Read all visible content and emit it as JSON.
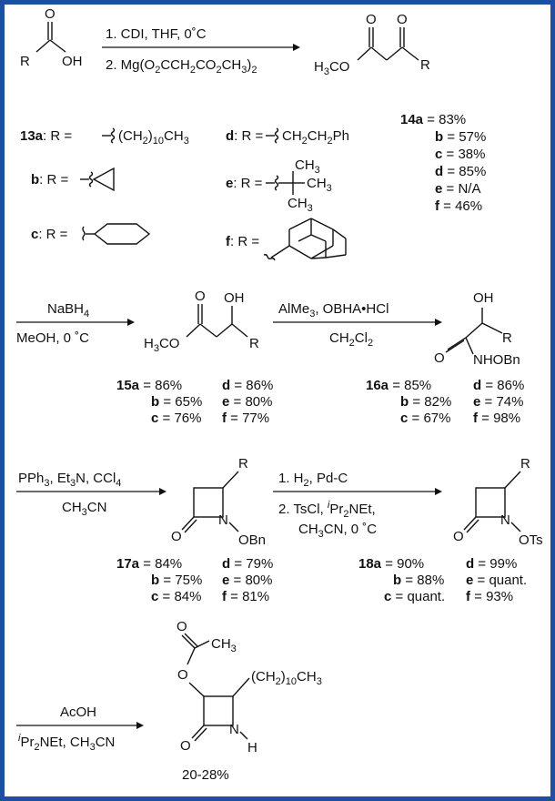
{
  "colors": {
    "border": "#1f4fa3"
  },
  "step1": {
    "cond1": "1. CDI, THF, 0˚C",
    "cond2_pre": "2. Mg(O",
    "cond2_s1": "2",
    "cond2_mid": "CCH",
    "cond2_s2": "2",
    "cond2_mid2": "CO",
    "cond2_s3": "2",
    "cond2_mid3": "CH",
    "cond2_s4": "3",
    "cond2_post": ")",
    "cond2_s5": "2",
    "acid_R": "R",
    "acid_OH": "OH",
    "acid_O": "O",
    "ester_left": "H",
    "ester_left_sub": "3",
    "ester_left_post": "CO",
    "ester_O1": "O",
    "ester_O2": "O",
    "ester_R": "R"
  },
  "r_groups": {
    "a_label": "13a",
    "a_text": ": R = ",
    "a_group": "(CH",
    "a_sub": "2",
    "a_group2": ")",
    "a_sub2": "10",
    "a_group3": "CH",
    "a_sub3": "3",
    "b_label": "b",
    "b_text": ": R = ",
    "c_label": "c",
    "c_text": ": R = ",
    "d_label": "d",
    "d_text": ": R = ",
    "d_group": "CH",
    "d_sub": "2",
    "d_group2": "CH",
    "d_sub2": "2",
    "d_group3": "Ph",
    "e_label": "e",
    "e_text": ": R = ",
    "e_ch3a": "CH",
    "e_ch3a_sub": "3",
    "e_ch3b": "CH",
    "e_ch3b_sub": "3",
    "e_ch3c": "CH",
    "e_ch3c_sub": "3",
    "f_label": "f",
    "f_text": ": R = "
  },
  "yields14": {
    "label": "14a",
    "a": " = 83%",
    "b_label": "b",
    "b": " = 57%",
    "c_label": "c",
    "c": " = 38%",
    "d_label": "d",
    "d": " = 85%",
    "e_label": "e",
    "e": " = N/A",
    "f_label": "f",
    "f": " = 46%"
  },
  "step2": {
    "reagent": "NaBH",
    "reagent_sub": "4",
    "cond": "MeOH, 0 ˚C",
    "prod_left": "H",
    "prod_left_sub": "3",
    "prod_left_post": "CO",
    "prod_O": "O",
    "prod_OH": "OH",
    "prod_R": "R"
  },
  "step3": {
    "reagent": "AlMe",
    "reagent_sub": "3",
    "reagent_post": ", OBHA•HCl",
    "cond": "CH",
    "cond_sub": "2",
    "cond_mid": "Cl",
    "cond_sub2": "2",
    "prod_OH": "OH",
    "prod_R": "R",
    "prod_O": "O",
    "prod_N": "NHOBn"
  },
  "yields15": {
    "label": "15a",
    "a": " = 86%",
    "b_label": "b",
    "b": " = 65%",
    "c_label": "c",
    "c": " = 76%",
    "d_label": "d",
    "d": " = 86%",
    "e_label": "e",
    "e": " = 80%",
    "f_label": "f",
    "f": " = 77%"
  },
  "yields16": {
    "label": "16a",
    "a": " = 85%",
    "b_label": "b",
    "b": " = 82%",
    "c_label": "c",
    "c": " = 67%",
    "d_label": "d",
    "d": " = 86%",
    "e_label": "e",
    "e": " = 74%",
    "f_label": "f",
    "f": " = 98%"
  },
  "step4": {
    "reagent": "PPh",
    "reagent_sub": "3",
    "reagent_mid": ", Et",
    "reagent_sub2": "3",
    "reagent_mid2": "N, CCl",
    "reagent_sub3": "4",
    "cond": "CH",
    "cond_sub": "3",
    "cond_post": "CN",
    "prod_R": "R",
    "prod_O": "O",
    "prod_N": "N",
    "prod_OBn": "OBn"
  },
  "step5": {
    "cond1": "1.  H",
    "cond1_sub": "2",
    "cond1_post": ", Pd-C",
    "cond2": "2.  TsCl, ",
    "cond2_i": "i",
    "cond2_post": "Pr",
    "cond2_sub": "2",
    "cond2_post2": "NEt,",
    "cond3": "CH",
    "cond3_sub": "3",
    "cond3_post": "CN, 0 ˚C",
    "prod_R": "R",
    "prod_O": "O",
    "prod_N": "N",
    "prod_OTs": "OTs"
  },
  "yields17": {
    "label": "17a",
    "a": " = 84%",
    "b_label": "b",
    "b": " = 75%",
    "c_label": "c",
    "c": " = 84%",
    "d_label": "d",
    "d": " = 79%",
    "e_label": "e",
    "e": " = 80%",
    "f_label": "f",
    "f": " = 81%"
  },
  "yields18": {
    "label": "18a",
    "a": " = 90%",
    "b_label": "b",
    "b": " = 88%",
    "c_label": "c",
    "c": " = quant.",
    "d_label": "d",
    "d": " = 99%",
    "e_label": "e",
    "e": " = quant.",
    "f_label": "f",
    "f": " = 93%"
  },
  "step6": {
    "reagent": "AcOH",
    "cond_i": "i",
    "cond": "Pr",
    "cond_sub": "2",
    "cond_post": "NEt, CH",
    "cond_sub2": "3",
    "cond_post2": "CN",
    "prod_O1": "O",
    "prod_ch3": "CH",
    "prod_ch3_sub": "3",
    "prod_O2": "O",
    "prod_chain": "(CH",
    "prod_chain_sub": "2",
    "prod_chain2": ")",
    "prod_chain_sub2": "10",
    "prod_chain3": "CH",
    "prod_chain_sub3": "3",
    "prod_O3": "O",
    "prod_N": "N",
    "prod_H": "H",
    "yield": "20-28%"
  }
}
